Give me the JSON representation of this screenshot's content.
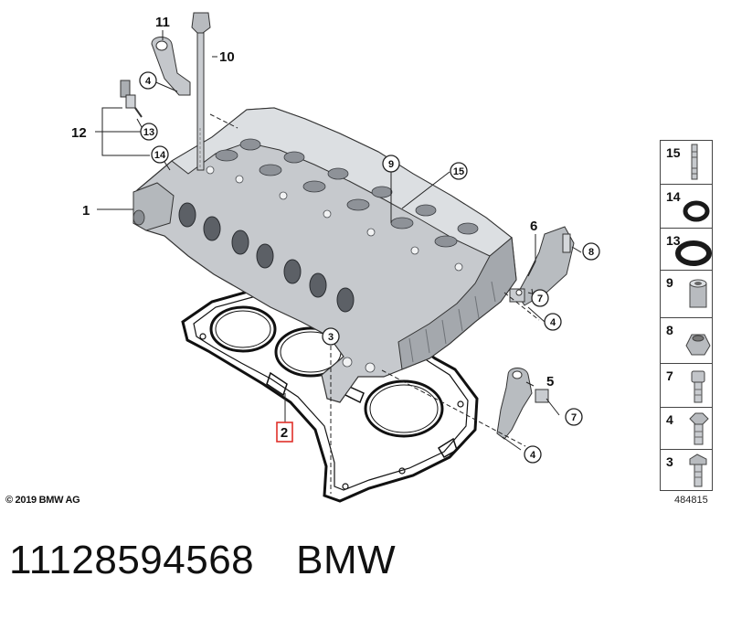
{
  "diagram": {
    "callouts": {
      "c1": "1",
      "c2": "2",
      "c3": "3",
      "c4a": "4",
      "c4b": "4",
      "c4c": "4",
      "c5": "5",
      "c6": "6",
      "c7a": "7",
      "c7b": "7",
      "c8": "8",
      "c9": "9",
      "c10": "10",
      "c11": "11",
      "c12": "12",
      "c13": "13",
      "c14": "14",
      "c15": "15"
    },
    "highlighted_callout": "2",
    "highlight_color": "#e0302a"
  },
  "legend": {
    "items": [
      {
        "num": "15",
        "icon": "stud-bolt-icon"
      },
      {
        "num": "14",
        "icon": "small-o-ring-icon"
      },
      {
        "num": "13",
        "icon": "large-o-ring-icon"
      },
      {
        "num": "9",
        "icon": "dowel-sleeve-icon"
      },
      {
        "num": "8",
        "icon": "hex-collar-nut-icon"
      },
      {
        "num": "7",
        "icon": "socket-head-screw-icon"
      },
      {
        "num": "4",
        "icon": "hex-bolt-icon"
      },
      {
        "num": "3",
        "icon": "torx-bolt-icon"
      }
    ]
  },
  "footer": {
    "copyright": "© 2019 BMW AG",
    "diagram_number": "484815",
    "part_number": "11128594568",
    "brand": "BMW"
  }
}
